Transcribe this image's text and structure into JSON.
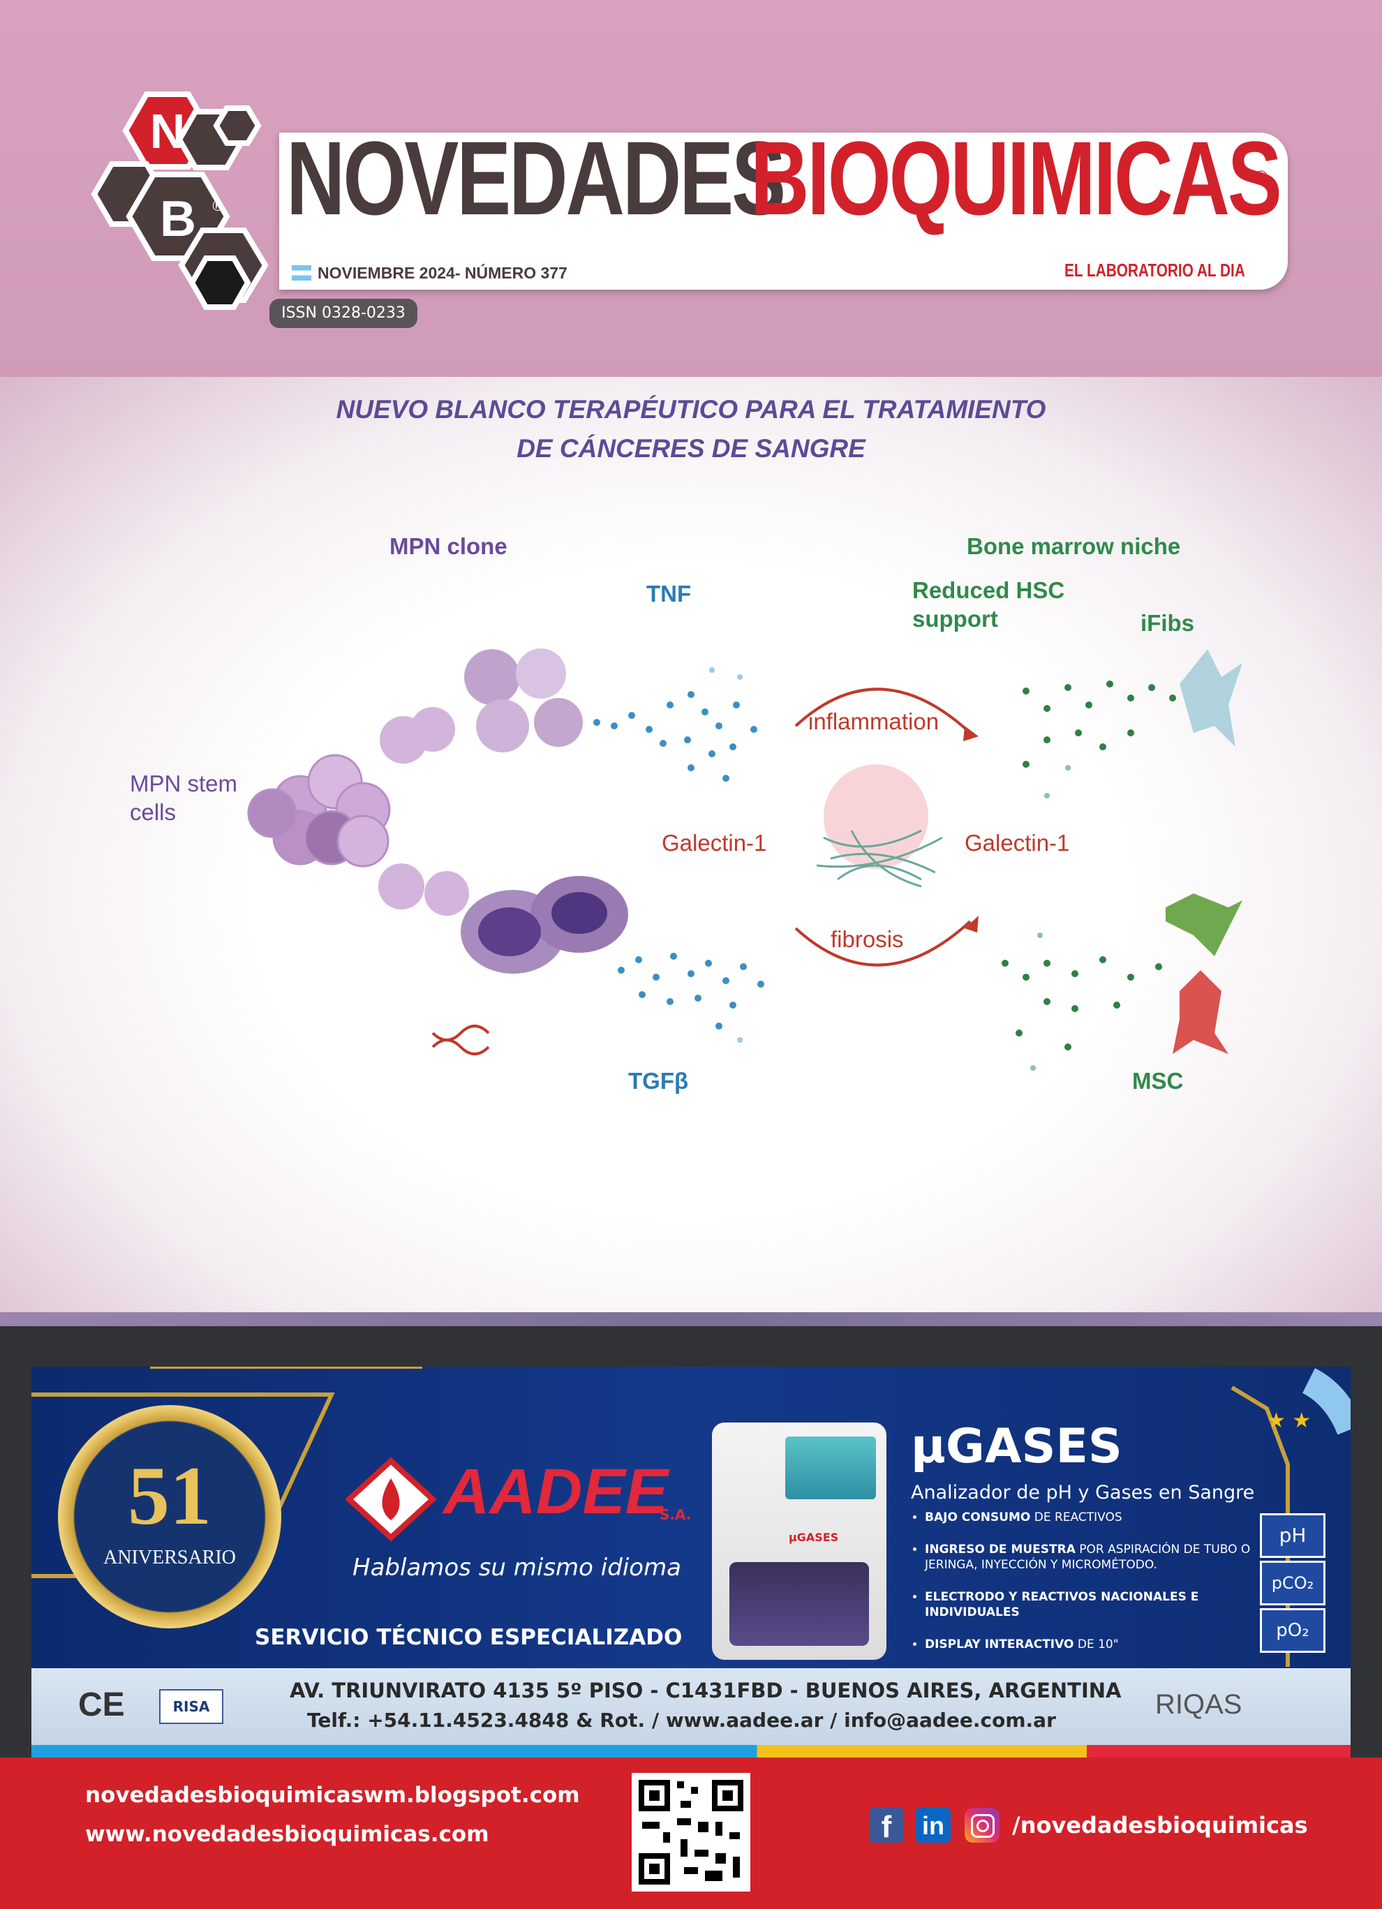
{
  "header": {
    "logo_letter_top": "N",
    "logo_letter_bottom": "B",
    "logo_reg": "®",
    "title_word1": "NOVEDADES",
    "title_word2": "BIOQUIMICAS",
    "title_reg": "®",
    "issue": "NOVIEMBRE 2024- NÚMERO 377",
    "slogan": "EL LABORATORIO AL DIA",
    "issn": "ISSN 0328-0233"
  },
  "figure": {
    "headline_line1": "NUEVO BLANCO TERAPÉUTICO PARA EL TRATAMIENTO",
    "headline_line2": "DE CÁNCERES DE SANGRE",
    "labels": {
      "mpn_clone": "MPN clone",
      "mpn_stem_line1": "MPN stem",
      "mpn_stem_line2": "cells",
      "tnf": "TNF",
      "tgfb": "TGFβ",
      "bone_marrow": "Bone marrow niche",
      "reduced_hsc_line1": "Reduced HSC",
      "reduced_hsc_line2": "support",
      "ifibs": "iFibs",
      "inflammation": "inflammation",
      "fibrosis": "fibrosis",
      "galectin_left": "Galectin-1",
      "galectin_right": "Galectin-1",
      "msc": "MSC"
    },
    "colors": {
      "purple": "#6a4a9c",
      "green": "#2f8a4a",
      "blue": "#2a7bb5",
      "red": "#c0392b"
    }
  },
  "ad": {
    "anniversary_number": "51",
    "anniversary_text": "ANIVERSARIO",
    "brand": "AADEE",
    "brand_suffix": "S.A.",
    "tagline": "Hablamos su mismo idioma",
    "service": "SERVICIO TÉCNICO ESPECIALIZADO",
    "product": "µGASES",
    "product_sub": "Analizador de pH y Gases en Sangre",
    "features": [
      {
        "strong": "BAJO CONSUMO",
        "rest": " DE REACTIVOS"
      },
      {
        "strong": "INGRESO DE MUESTRA",
        "rest": " POR ASPIRACIÓN DE TUBO O JERINGA, INYECCIÓN Y MICROMÉTODO."
      },
      {
        "strong": "ELECTRODO Y REACTIVOS NACIONALES E INDIVIDUALES",
        "rest": ""
      },
      {
        "strong": "DISPLAY INTERACTIVO",
        "rest": " DE 10\""
      }
    ],
    "params": [
      "pH",
      "pCO₂",
      "pO₂"
    ],
    "device_name": "µGASES",
    "address": "AV. TRIUNVIRATO 4135 5º PISO - C1431FBD - BUENOS AIRES, ARGENTINA",
    "contact": "Telf.: +54.11.4523.4848 & Rot. / www.aadee.ar / info@aadee.com.ar",
    "ce_mark": "CE",
    "risa": "RISA",
    "riqas": "RIQAS"
  },
  "footer": {
    "url1": "novedadesbioquimicaswm.blogspot.com",
    "url2": "www.novedadesbioquimicas.com",
    "social_handle": "/novedadesbioquimicas",
    "fb": "f",
    "li": "in"
  }
}
